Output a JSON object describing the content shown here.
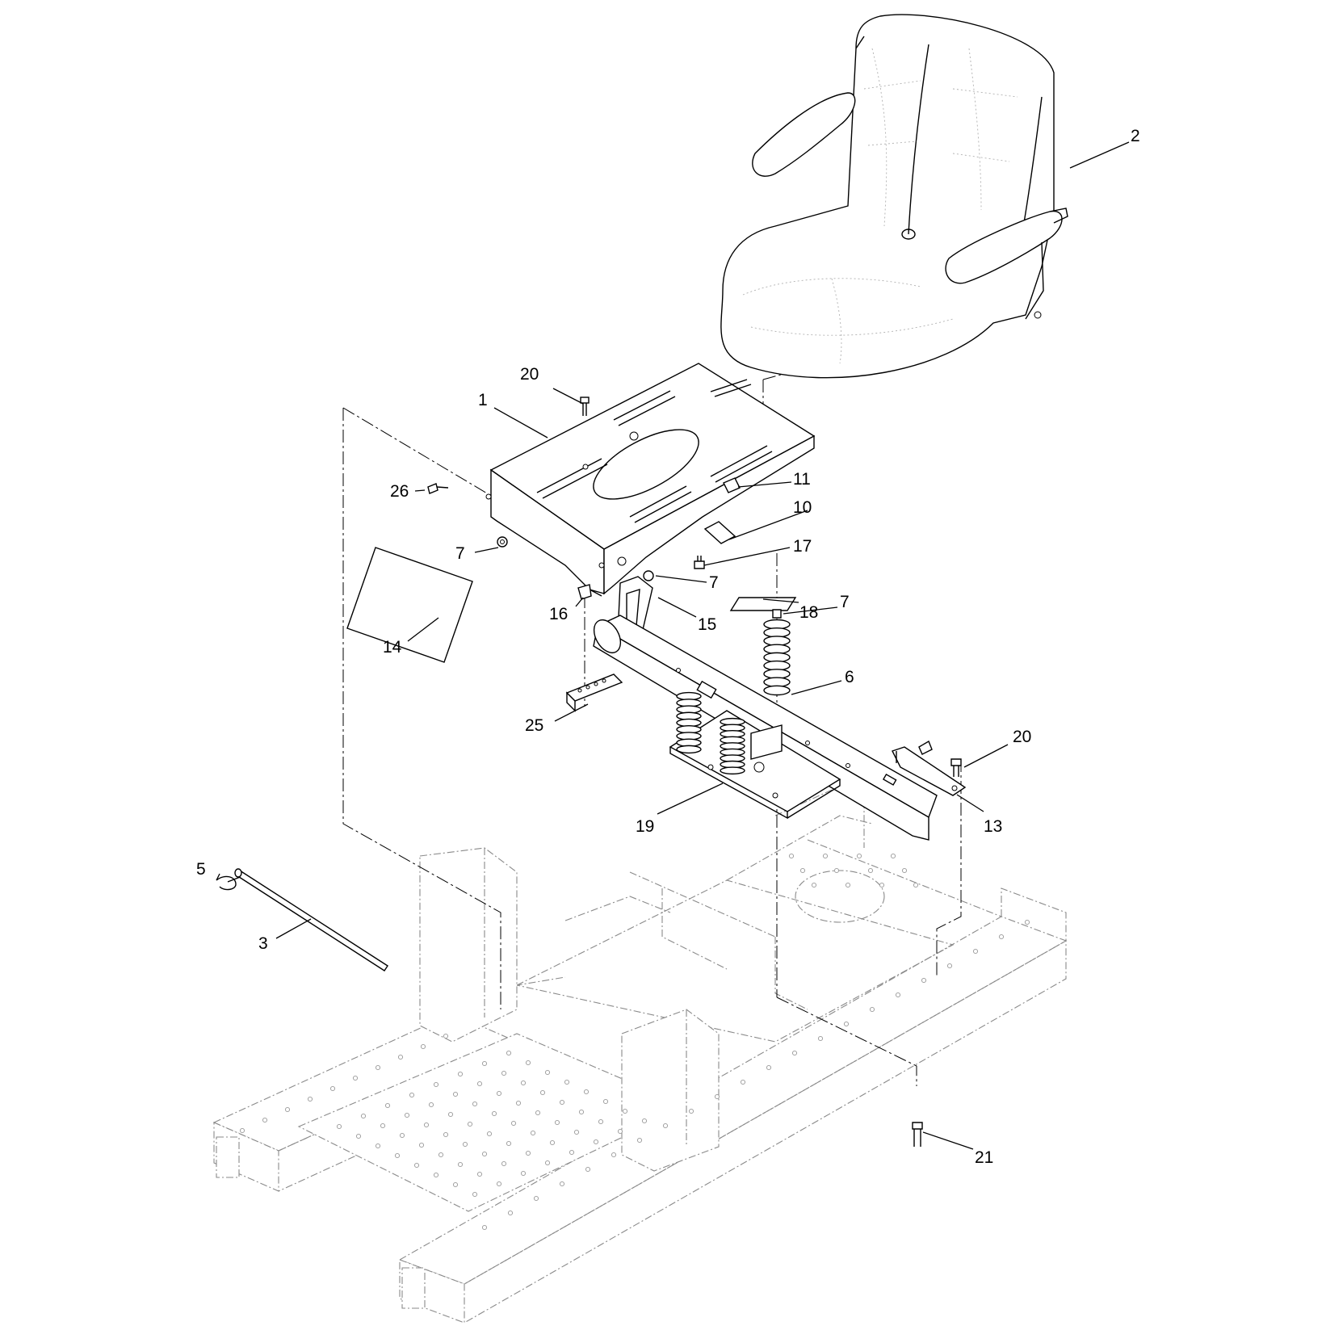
{
  "callouts": [
    {
      "id": "c-1",
      "text": "1"
    },
    {
      "id": "c-2",
      "text": "2"
    },
    {
      "id": "c-3",
      "text": "3"
    },
    {
      "id": "c-5",
      "text": "5"
    },
    {
      "id": "c-6",
      "text": "6"
    },
    {
      "id": "c-7a",
      "text": "7"
    },
    {
      "id": "c-7b",
      "text": "7"
    },
    {
      "id": "c-7c",
      "text": "7"
    },
    {
      "id": "c-10",
      "text": "10"
    },
    {
      "id": "c-11",
      "text": "11"
    },
    {
      "id": "c-13",
      "text": "13"
    },
    {
      "id": "c-14",
      "text": "14"
    },
    {
      "id": "c-15",
      "text": "15"
    },
    {
      "id": "c-16",
      "text": "16"
    },
    {
      "id": "c-17",
      "text": "17"
    },
    {
      "id": "c-18",
      "text": "18"
    },
    {
      "id": "c-19",
      "text": "19"
    },
    {
      "id": "c-20a",
      "text": "20"
    },
    {
      "id": "c-20b",
      "text": "20"
    },
    {
      "id": "c-21",
      "text": "21"
    },
    {
      "id": "c-25",
      "text": "25"
    },
    {
      "id": "c-26",
      "text": "26"
    }
  ]
}
